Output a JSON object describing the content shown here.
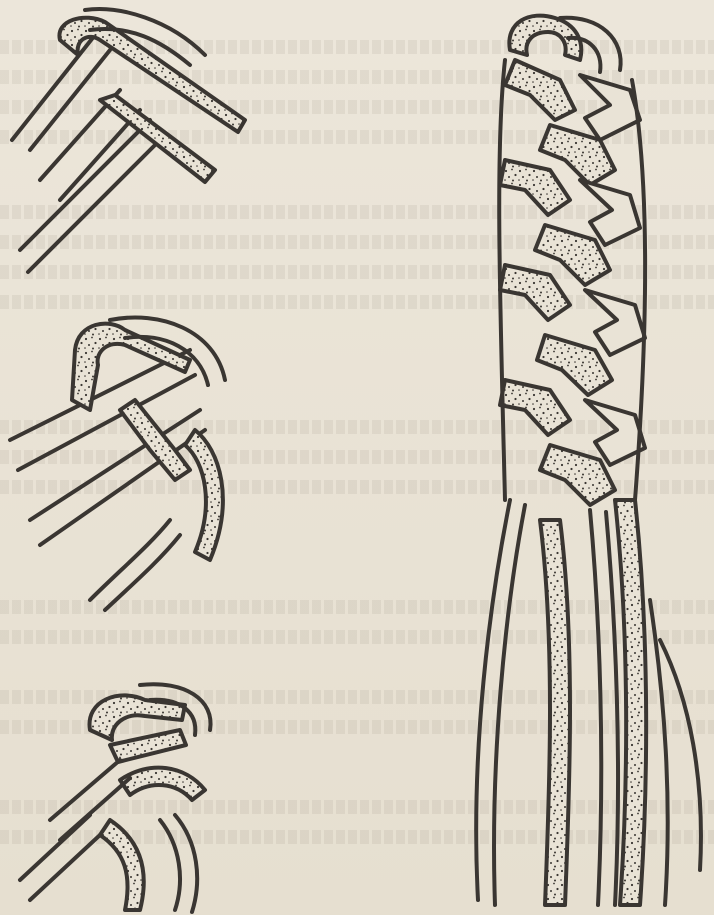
{
  "figure": {
    "illustrations": [
      {
        "name": "braid-step-1",
        "interactable": false
      },
      {
        "name": "braid-step-2",
        "interactable": false
      },
      {
        "name": "braid-step-3",
        "interactable": false
      },
      {
        "name": "braid-finished",
        "interactable": false
      }
    ],
    "colors": {
      "paper": "#e9e3d6",
      "ink": "#3a3632"
    }
  }
}
